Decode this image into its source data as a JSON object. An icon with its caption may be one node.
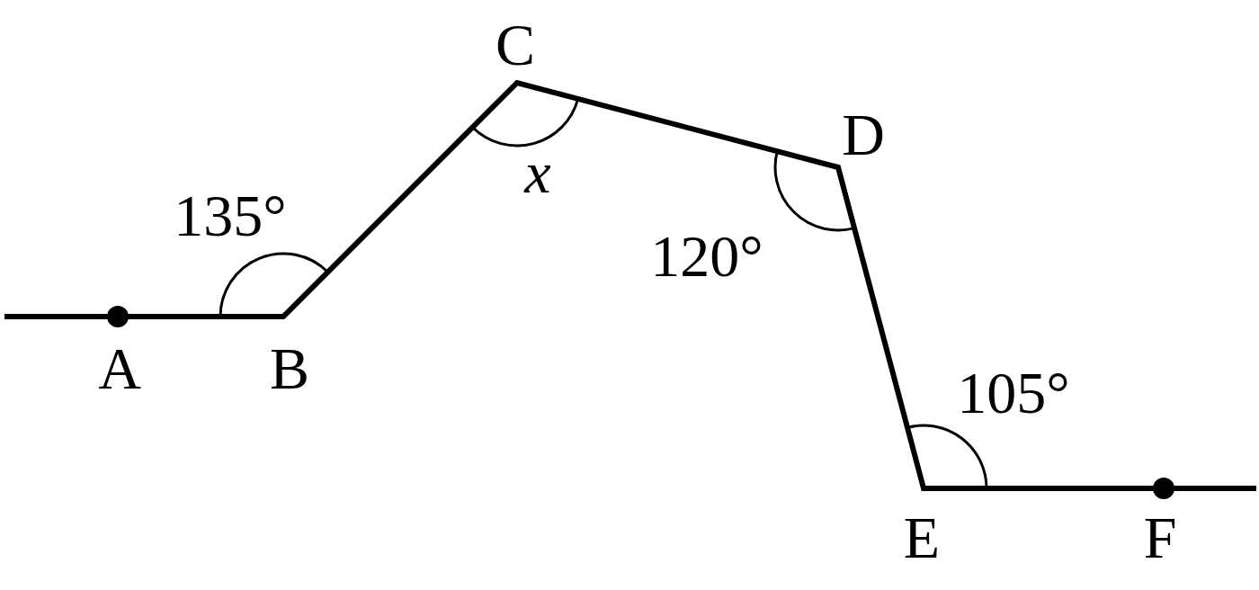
{
  "diagram": {
    "labels": [
      "C",
      "D",
      "x",
      "135°",
      "120°",
      "A",
      "B",
      "105°",
      "E",
      "F"
    ]
  }
}
